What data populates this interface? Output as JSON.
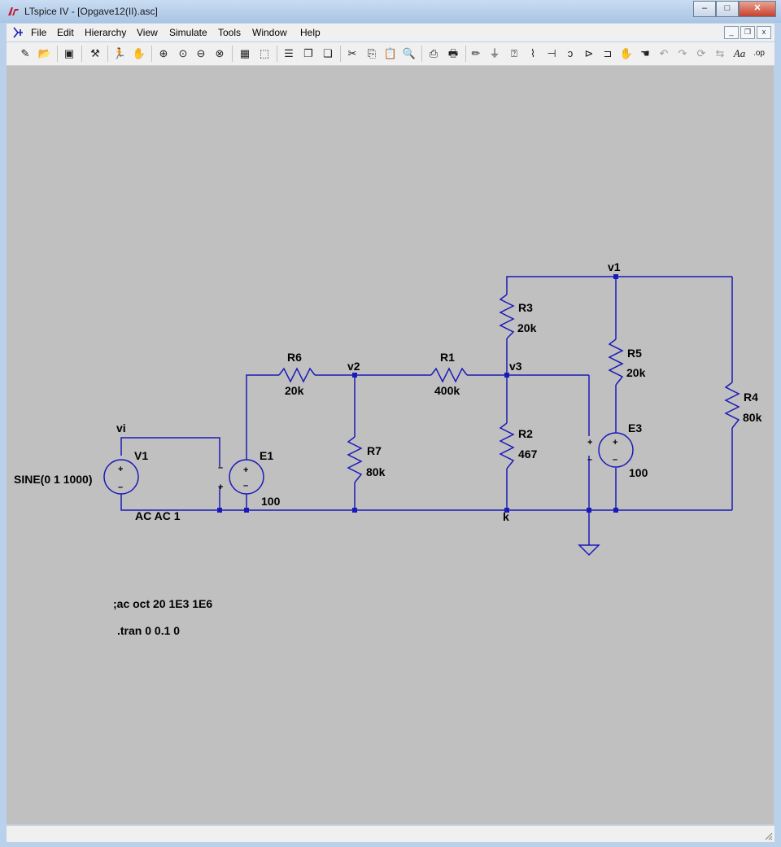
{
  "window": {
    "title": "LTspice IV - [Opgave12(II).asc]"
  },
  "window_controls": {
    "minimize": "–",
    "maximize": "□",
    "close": "✕"
  },
  "mdi_controls": {
    "minimize": "_",
    "restore": "❐",
    "close": "x"
  },
  "menu": [
    "File",
    "Edit",
    "Hierarchy",
    "View",
    "Simulate",
    "Tools",
    "Window",
    "Help"
  ],
  "toolbar_icons": [
    "new-schematic-icon",
    "open-icon",
    "save-icon",
    "control-panel-icon",
    "run-icon",
    "halt-icon",
    "zoom-in-icon",
    "zoom-pan-icon",
    "zoom-out-icon",
    "zoom-fit-icon",
    "autorange-icon",
    "plot-settings-icon",
    "tile-horizontal-icon",
    "cascade-icon",
    "tile-vertical-icon",
    "cut-icon",
    "copy-icon",
    "paste-icon",
    "find-icon",
    "print-preview-icon",
    "print-icon",
    "draw-wire-icon",
    "ground-icon",
    "label-net-icon",
    "resistor-icon",
    "capacitor-icon",
    "inductor-icon",
    "diode-icon",
    "component-icon",
    "move-icon",
    "drag-icon",
    "undo-icon",
    "redo-icon",
    "rotate-icon",
    "mirror-icon",
    "text-icon",
    "spice-directive-icon"
  ],
  "colors": {
    "wire": "#1a1ab8",
    "junction": "#1a1ab8",
    "canvas": "#c0c0c0",
    "text": "#000000"
  },
  "schematic": {
    "nets": {
      "v1": "v1",
      "v2": "v2",
      "v3": "v3",
      "vi": "vi",
      "k": "k"
    },
    "components": {
      "R6": {
        "name": "R6",
        "value": "20k"
      },
      "R1": {
        "name": "R1",
        "value": "400k"
      },
      "R3": {
        "name": "R3",
        "value": "20k"
      },
      "R5": {
        "name": "R5",
        "value": "20k"
      },
      "R4": {
        "name": "R4",
        "value": "80k"
      },
      "R2": {
        "name": "R2",
        "value": "467"
      },
      "R7": {
        "name": "R7",
        "value": "80k"
      },
      "V1": {
        "name": "V1",
        "value": "SINE(0 1 1000)",
        "ac": "AC AC 1"
      },
      "E1": {
        "name": "E1",
        "value": "100"
      },
      "E3": {
        "name": "E3",
        "value": "100"
      }
    },
    "directives": {
      "ac": ";ac oct 20 1E3 1E6",
      "tran": ".tran 0 0.1 0"
    },
    "pin_marks": {
      "plus": "+",
      "minus": "–"
    }
  }
}
